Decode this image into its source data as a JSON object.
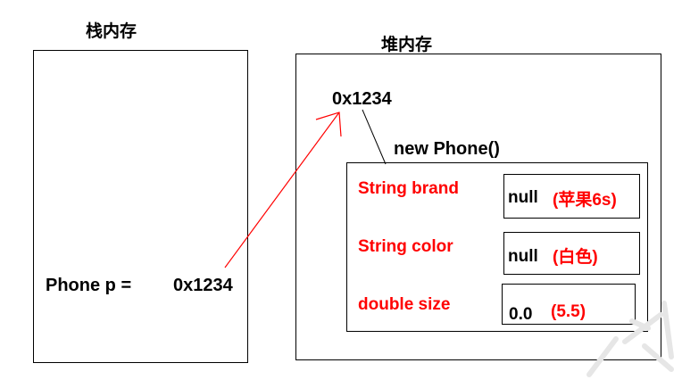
{
  "stack": {
    "title": "栈内存",
    "variable_label": "Phone p =",
    "variable_value": "0x1234"
  },
  "heap": {
    "title": "堆内存",
    "address": "0x1234",
    "constructor": "new Phone()",
    "fields": [
      {
        "label": "String brand",
        "default": "null",
        "assigned": "(苹果6s)"
      },
      {
        "label": "String color",
        "default": "null",
        "assigned": "(白色)"
      },
      {
        "label": "double size",
        "default": "0.0",
        "assigned": "(5.5)"
      }
    ]
  },
  "colors": {
    "arrow": "#ff0000",
    "field_label": "#ff0000",
    "border": "#000000"
  }
}
